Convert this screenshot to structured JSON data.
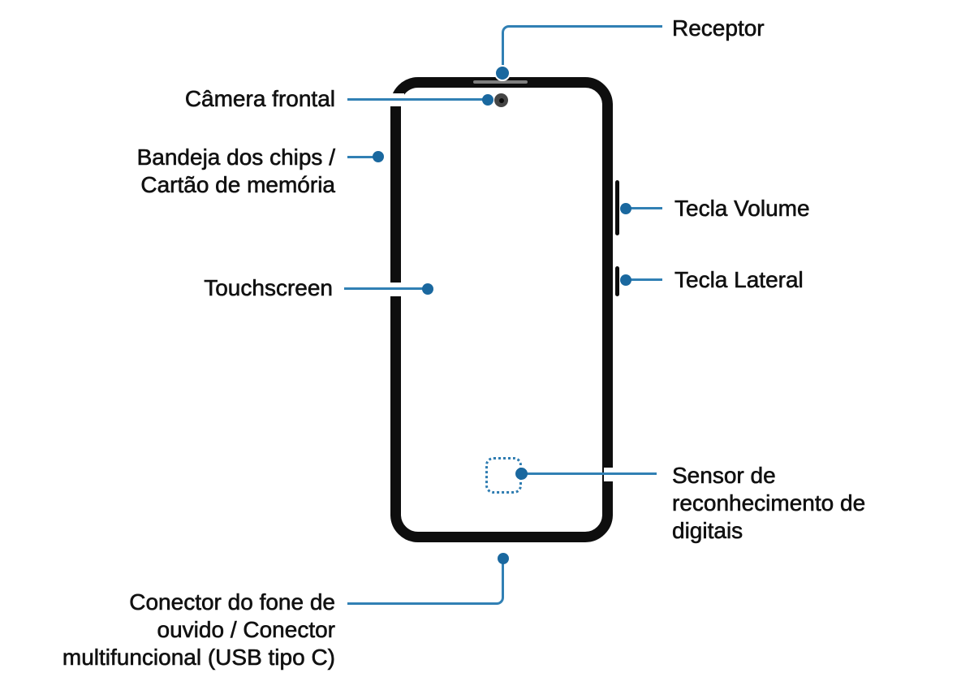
{
  "diagram_title": "Smartphone parts diagram (Portuguese)",
  "colors": {
    "background": "#ffffff",
    "callout_line": "#3180b4",
    "callout_dot": "#1a689f",
    "fingerprint_outline": "#2e7cb1",
    "phone_outline": "#0e0e0e",
    "text": "#111111"
  },
  "labels": {
    "receptor": "Receptor",
    "camera_frontal": "Câmera frontal",
    "bandeja": {
      "line1": "Bandeja dos chips /",
      "line2": "Cartão de memória"
    },
    "touchscreen": "Touchscreen",
    "tecla_volume": "Tecla Volume",
    "tecla_lateral": "Tecla Lateral",
    "sensor": {
      "line1": "Sensor de",
      "line2": "reconhecimento de",
      "line3": "digitais"
    },
    "conector": {
      "line1": "Conector do fone de",
      "line2": "ouvido / Conector",
      "line3": "multifuncional (USB tipo C)"
    }
  }
}
